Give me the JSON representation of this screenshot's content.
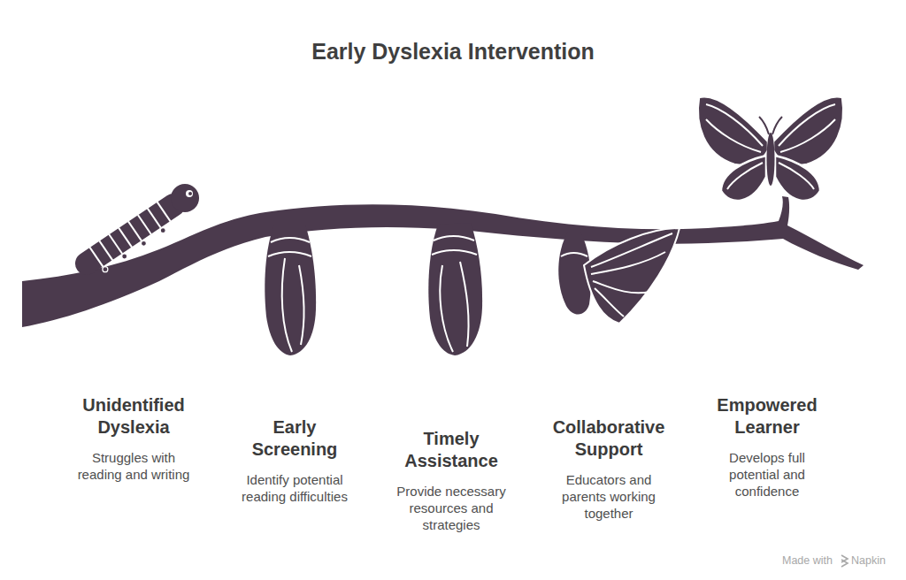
{
  "diagram": {
    "title": "Early Dyslexia Intervention",
    "nodes": [
      {
        "text": [
          "Unidentified Dyslexia",
          "Struggles with reading and writing"
        ]
      },
      {
        "text": [
          "Early Screening",
          "Identify potential reading difficulties"
        ]
      },
      {
        "text": [
          "Timely Assistance",
          "Provide necessary resources and strategies"
        ]
      },
      {
        "text": [
          "Collaborative Support",
          "Educators and parents working together"
        ]
      },
      {
        "text": [
          "Empowered Learner",
          "Develops full potential and confidence"
        ]
      }
    ],
    "labels": [
      "Made with",
      "Napkin"
    ]
  }
}
